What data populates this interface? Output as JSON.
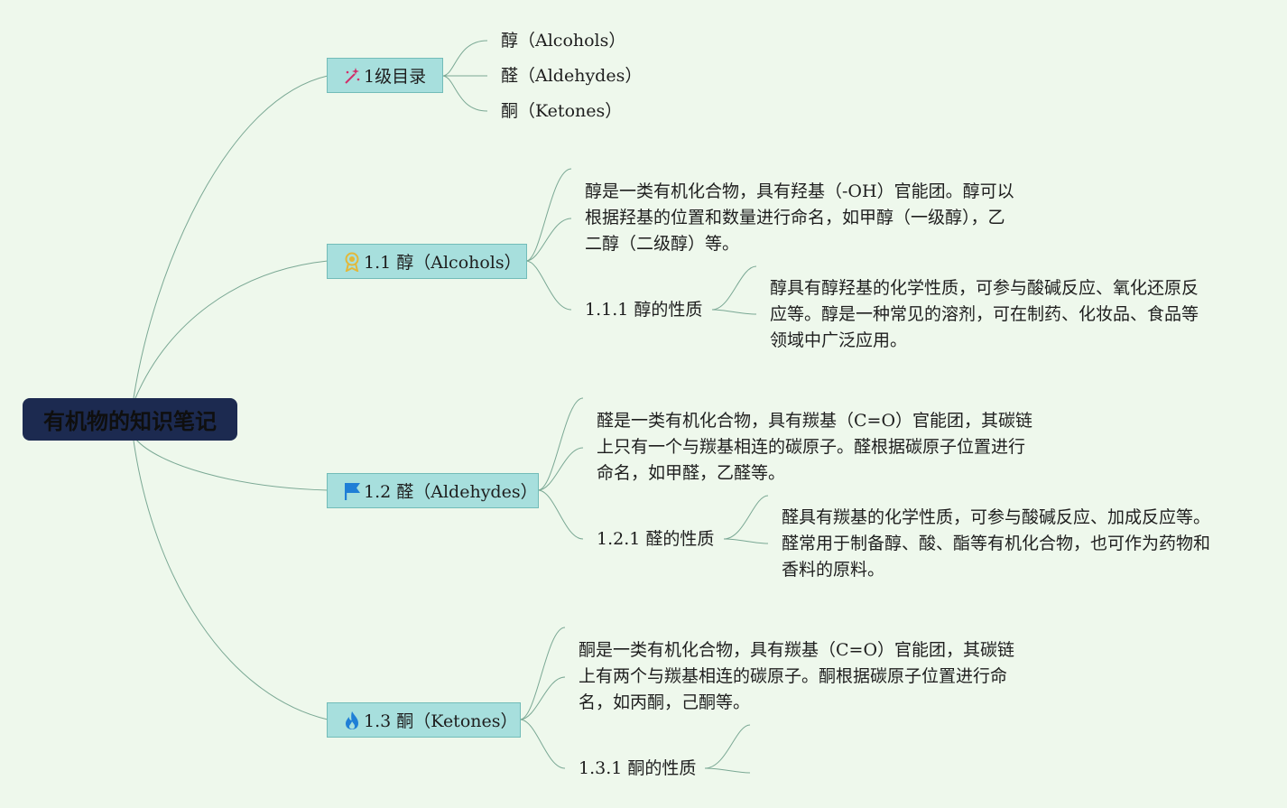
{
  "root": "有机物的知识笔记",
  "toc": {
    "label": "1级目录",
    "icon": "magic-wand-icon",
    "items": [
      "醇（Alcohols）",
      "醛（Aldehydes）",
      "酮（Ketones）"
    ]
  },
  "sections": [
    {
      "title": "1.1 醇（Alcohols）",
      "icon": "medal-icon",
      "desc": [
        "醇是一类有机化合物，具有羟基（-OH）官能团。醇可以",
        "根据羟基的位置和数量进行命名，如甲醇（一级醇），乙",
        "二醇（二级醇）等。"
      ],
      "sub_title": "1.1.1 醇的性质",
      "sub_desc": [
        "醇具有醇羟基的化学性质，可参与酸碱反应、氧化还原反",
        "应等。醇是一种常见的溶剂，可在制药、化妆品、食品等",
        "领域中广泛应用。"
      ]
    },
    {
      "title": "1.2 醛（Aldehydes）",
      "icon": "flag-icon",
      "desc": [
        "醛是一类有机化合物，具有羰基（C=O）官能团，其碳链",
        "上只有一个与羰基相连的碳原子。醛根据碳原子位置进行",
        "命名，如甲醛，乙醛等。"
      ],
      "sub_title": "1.2.1 醛的性质",
      "sub_desc": [
        "醛具有羰基的化学性质，可参与酸碱反应、加成反应等。",
        "醛常用于制备醇、酸、酯等有机化合物，也可作为药物和",
        "香料的原料。"
      ]
    },
    {
      "title": "1.3 酮（Ketones）",
      "icon": "flame-icon",
      "desc": [
        "酮是一类有机化合物，具有羰基（C=O）官能团，其碳链",
        "上有两个与羰基相连的碳原子。酮根据碳原子位置进行命",
        "名，如丙酮，己酮等。"
      ],
      "sub_title": "1.3.1 酮的性质",
      "sub_desc": []
    }
  ],
  "colors": {
    "background": "#eef8ec",
    "root_fill": "#1c2a50",
    "topic_fill": "#a7dfdd",
    "topic_border": "#72bcb8",
    "connector": "#7aa894"
  }
}
